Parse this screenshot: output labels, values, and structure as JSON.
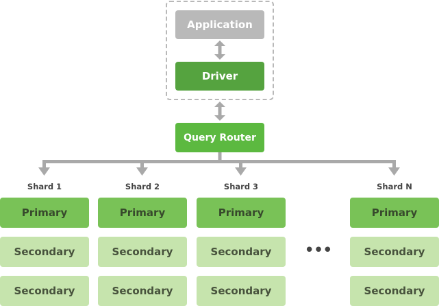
{
  "client": {
    "application_label": "Application",
    "driver_label": "Driver"
  },
  "router": {
    "label": "Query Router"
  },
  "shards": [
    {
      "label": "Shard 1",
      "primary": "Primary",
      "secondaries": [
        "Secondary",
        "Secondary"
      ]
    },
    {
      "label": "Shard 2",
      "primary": "Primary",
      "secondaries": [
        "Secondary",
        "Secondary"
      ]
    },
    {
      "label": "Shard 3",
      "primary": "Primary",
      "secondaries": [
        "Secondary",
        "Secondary"
      ]
    },
    {
      "label": "Shard N",
      "primary": "Primary",
      "secondaries": [
        "Secondary",
        "Secondary"
      ]
    }
  ],
  "ellipsis": "•••",
  "colors": {
    "application_box": "#b9b9b9",
    "driver_box": "#55a33f",
    "router_box": "#5cb940",
    "primary_box": "#79c257",
    "secondary_box": "#c6e4ad",
    "connector": "#a9a9a9",
    "dashed_border": "#b8b8b8"
  }
}
